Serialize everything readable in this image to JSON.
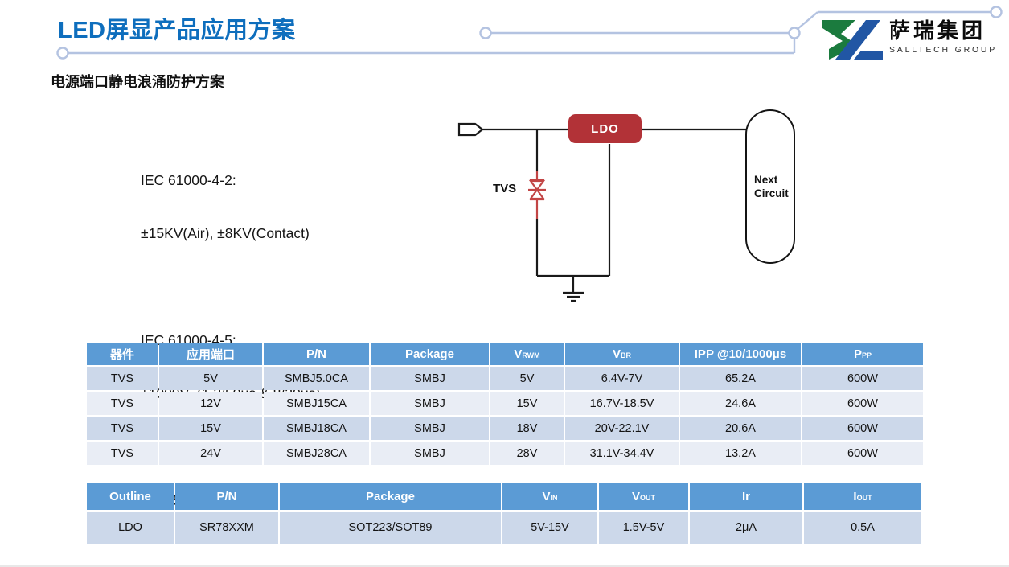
{
  "slide": {
    "title": "LED屏显产品应用方案",
    "subtitle": "电源端口静电浪涌防护方案"
  },
  "logo": {
    "company_cn": "萨瑞集团",
    "company_en": "SALLTECH GROUP"
  },
  "specs": {
    "line1": "IEC 61000-4-2:",
    "line2": "±15KV(Air), ±8KV(Contact)",
    "line3": "IEC 61000-4-5:",
    "line4": "±1000V  (1.2/50μs & 8/20μs)",
    "line5": "DC:  5V/12V/15V/24V"
  },
  "diagram": {
    "tvs_label": "TVS",
    "ldo_label": "LDO",
    "next_circuit_label": "Next\nCircuit"
  },
  "tvs_table": {
    "headers": [
      "器件",
      "应用端口",
      "P/N",
      "Package",
      {
        "main": "V",
        "sub": "RWM"
      },
      {
        "main": "V",
        "sub": "BR"
      },
      "IPP @10/1000μs",
      {
        "main": "P",
        "sub": "PP"
      }
    ],
    "rows": [
      [
        "TVS",
        "5V",
        "SMBJ5.0CA",
        "SMBJ",
        "5V",
        "6.4V-7V",
        "65.2A",
        "600W"
      ],
      [
        "TVS",
        "12V",
        "SMBJ15CA",
        "SMBJ",
        "15V",
        "16.7V-18.5V",
        "24.6A",
        "600W"
      ],
      [
        "TVS",
        "15V",
        "SMBJ18CA",
        "SMBJ",
        "18V",
        "20V-22.1V",
        "20.6A",
        "600W"
      ],
      [
        "TVS",
        "24V",
        "SMBJ28CA",
        "SMBJ",
        "28V",
        "31.1V-34.4V",
        "13.2A",
        "600W"
      ]
    ]
  },
  "ldo_table": {
    "headers": [
      "Outline",
      "P/N",
      "Package",
      {
        "main": "V",
        "sub": "IN"
      },
      {
        "main": "V",
        "sub": "OUT"
      },
      "Ir",
      {
        "main": "I",
        "sub": "OUT"
      }
    ],
    "rows": [
      [
        "LDO",
        "SR78XXM",
        "SOT223/SOT89",
        "5V-15V",
        "1.5V-5V",
        "2μA",
        "0.5A"
      ]
    ]
  },
  "colors": {
    "title_blue": "#0e6ebd",
    "table_header_bg": "#5b9bd5",
    "row_band_dark": "#ccd8ea",
    "row_band_light": "#e9edf5",
    "ldo_red": "#b23237",
    "diode_red": "#c24545",
    "trace_line": "#b4c3e1",
    "logo_green": "#1b7b3e",
    "logo_blue": "#2156a4"
  }
}
